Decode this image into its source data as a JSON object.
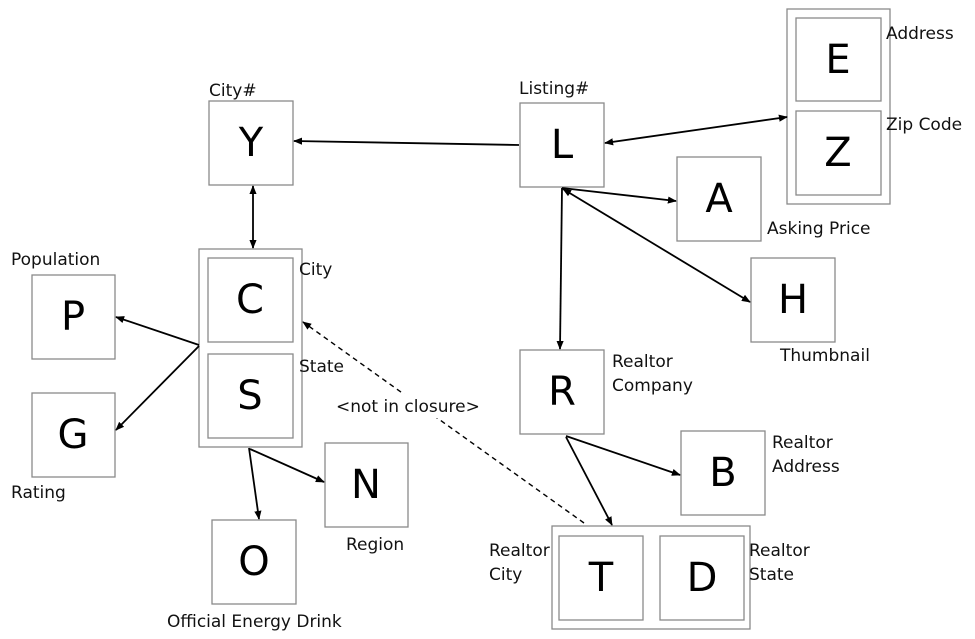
{
  "nodes": {
    "Y": "Y",
    "L": "L",
    "E": "E",
    "Z": "Z",
    "A": "A",
    "H": "H",
    "C": "C",
    "S": "S",
    "P": "P",
    "G": "G",
    "N": "N",
    "O": "O",
    "R": "R",
    "B": "B",
    "T": "T",
    "D": "D"
  },
  "captions": {
    "city_num": "City#",
    "listing_num": "Listing#",
    "address": "Address",
    "zip_code": "Zip Code",
    "asking_price": "Asking Price",
    "thumbnail": "Thumbnail",
    "city": "City",
    "state": "State",
    "population": "Population",
    "rating": "Rating",
    "region": "Region",
    "official_energy_drink": "Official Energy Drink",
    "realtor_company_1": "Realtor",
    "realtor_company_2": "Company",
    "realtor_address_1": "Realtor",
    "realtor_address_2": "Address",
    "realtor_city_1": "Realtor",
    "realtor_city_2": "City",
    "realtor_state_1": "Realtor",
    "realtor_state_2": "State",
    "not_in_closure": "<not in closure>"
  }
}
